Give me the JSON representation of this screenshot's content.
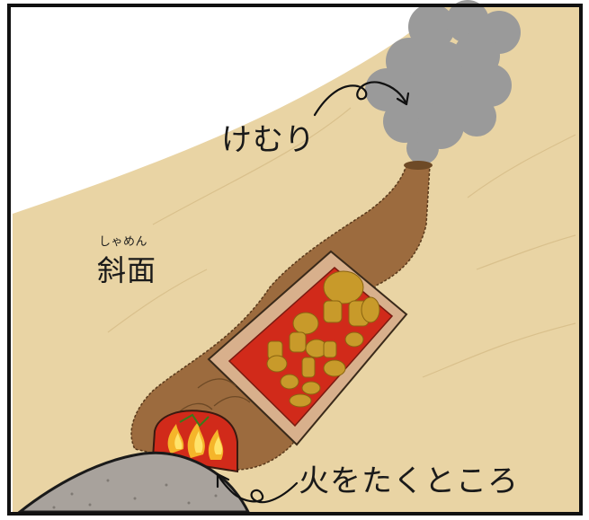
{
  "labels": {
    "smoke": "けむり",
    "slope": "斜面",
    "slope_reading": "しゃめん",
    "fire_place": "火をたくところ"
  },
  "colors": {
    "frame": "#111111",
    "sky": "#ffffff",
    "slope": "#e9d4a4",
    "kiln_body": "#9c6b3e",
    "kiln_inner": "#d12a1a",
    "pottery": "#c89a2a",
    "smoke": "#9a9a9a",
    "rock": "#a8a29c"
  },
  "icons": [
    "smoke-arrow-icon",
    "fire-arrow-icon",
    "flame-icon"
  ]
}
